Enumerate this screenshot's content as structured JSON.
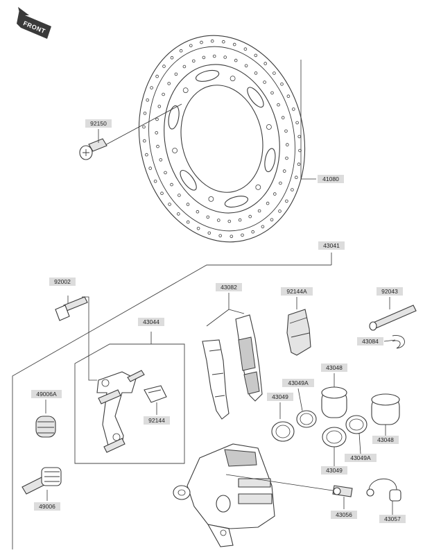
{
  "direction_label": "FRONT",
  "parts": [
    {
      "id": "p41080",
      "number": "41080",
      "name": "brake-disc"
    },
    {
      "id": "p92150",
      "number": "92150",
      "name": "disc-bolt"
    },
    {
      "id": "p43041",
      "number": "43041",
      "name": "caliper-assembly"
    },
    {
      "id": "p92002",
      "number": "92002",
      "name": "caliper-bolt"
    },
    {
      "id": "p43082",
      "number": "43082",
      "name": "brake-pad-set"
    },
    {
      "id": "p92144A",
      "number": "92144A",
      "name": "pad-spring"
    },
    {
      "id": "p92043",
      "number": "92043",
      "name": "pad-pin"
    },
    {
      "id": "p43084",
      "number": "43084",
      "name": "pin-clip"
    },
    {
      "id": "p43044",
      "number": "43044",
      "name": "caliper-holder"
    },
    {
      "id": "p92144",
      "number": "92144",
      "name": "holder-spring"
    },
    {
      "id": "p43048a",
      "number": "43048",
      "name": "piston-upper"
    },
    {
      "id": "p43049A",
      "number": "43049A",
      "name": "dust-seal-upper"
    },
    {
      "id": "p43049a",
      "number": "43049",
      "name": "piston-seal-upper"
    },
    {
      "id": "p43048b",
      "number": "43048",
      "name": "piston-right"
    },
    {
      "id": "p43049Ab",
      "number": "43049A",
      "name": "dust-seal-lower"
    },
    {
      "id": "p43049b",
      "number": "43049",
      "name": "piston-seal-lower"
    },
    {
      "id": "p49006A",
      "number": "49006A",
      "name": "boot"
    },
    {
      "id": "p49006",
      "number": "49006",
      "name": "slide-pin"
    },
    {
      "id": "p43056",
      "number": "43056",
      "name": "bleed-valve"
    },
    {
      "id": "p43057",
      "number": "43057",
      "name": "bleed-cap"
    }
  ]
}
